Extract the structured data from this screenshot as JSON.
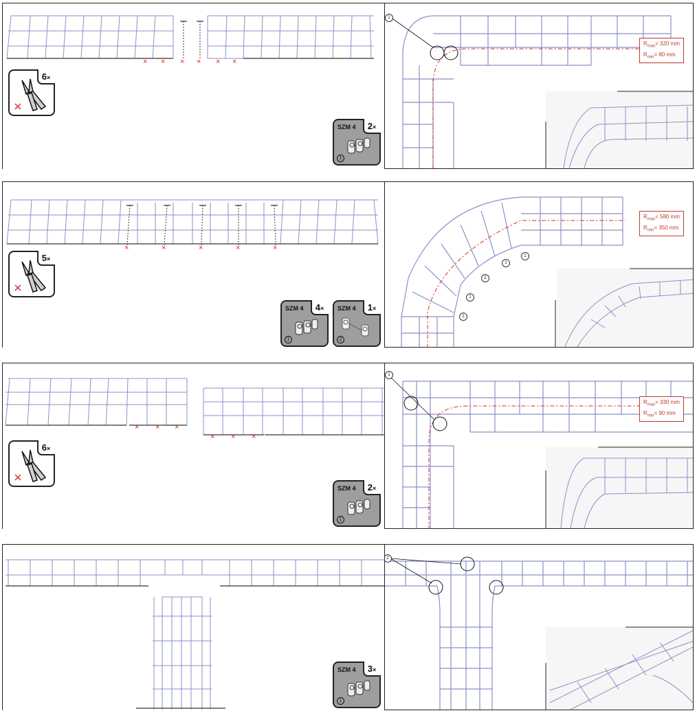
{
  "steps": [
    {
      "tool_count": "6",
      "kits": [
        {
          "code": "SZM 4",
          "count": "2",
          "num": "1"
        }
      ],
      "radius": {
        "rmax_label": "R",
        "rmax_sub": "max",
        "rmax": "= 320 mm",
        "rmin_label": "R",
        "rmin_sub": "min",
        "rmin": "= 80 mm"
      },
      "callouts": [
        "1"
      ]
    },
    {
      "tool_count": "5",
      "kits": [
        {
          "code": "SZM 4",
          "count": "4",
          "num": "1"
        },
        {
          "code": "SZM 4",
          "count": "1",
          "num": "2"
        }
      ],
      "radius": {
        "rmax_label": "R",
        "rmax_sub": "max",
        "rmax": "= 580 mm",
        "rmin_label": "R",
        "rmin_sub": "min",
        "rmin": "= 350 mm"
      },
      "callouts": [
        "1",
        "1",
        "2",
        "1",
        "1"
      ]
    },
    {
      "tool_count": "6",
      "kits": [
        {
          "code": "SZM 4",
          "count": "2",
          "num": "1"
        }
      ],
      "radius": {
        "rmax_label": "R",
        "rmax_sub": "max",
        "rmax": "= 330 mm",
        "rmin_label": "R",
        "rmin_sub": "min",
        "rmin": "= 90 mm"
      },
      "callouts": [
        "1"
      ]
    },
    {
      "tool_count": "",
      "kits": [
        {
          "code": "SZM 4",
          "count": "3",
          "num": "1"
        }
      ],
      "callouts": [
        "2"
      ]
    }
  ],
  "times_symbol": "×",
  "colors": {
    "wire": "#8a8fc8",
    "accent": "#d62828",
    "frame": "#222222",
    "kit_bg": "#9e9e9e"
  },
  "icons": {
    "tool": "wire-cutter-icon",
    "kit": "connector-kit-icon"
  }
}
